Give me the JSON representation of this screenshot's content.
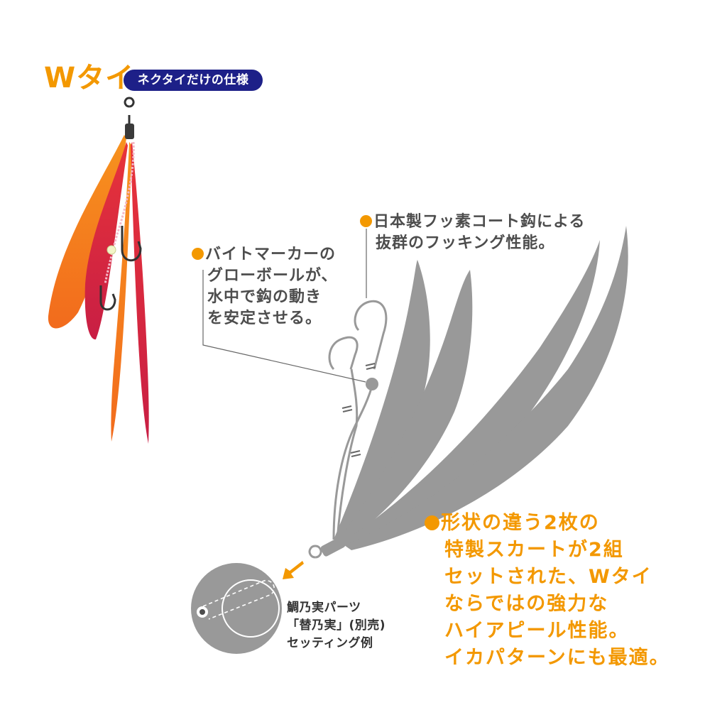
{
  "header": {
    "title": "Wタイ",
    "badge": "ネクタイだけの仕様"
  },
  "callouts": {
    "bite_marker": [
      "バイトマーカーの",
      "グローボールが、",
      "水中で鈎の動き",
      "を安定させる。"
    ],
    "hook": [
      "日本製フッ素コート鈎による",
      "抜群のフッキング性能。"
    ],
    "skirt": [
      "形状の違う2枚の",
      "特製スカートが2組",
      "セットされた、Wタイ",
      "ならではの強力な",
      "ハイアピール性能。",
      "イカパターンにも最適。"
    ]
  },
  "setting_note": [
    "鯛乃実パーツ",
    "「替乃実」(別売)",
    "セッティング例"
  ],
  "colors": {
    "accent_orange": "#f39800",
    "badge_navy": "#1d2088",
    "diagram_gray": "#999999",
    "skirt_orange": "#f26b1d",
    "skirt_red": "#d8203e"
  },
  "icons": {
    "bullet": "orange-dot",
    "arrow": "orange-arrow"
  }
}
